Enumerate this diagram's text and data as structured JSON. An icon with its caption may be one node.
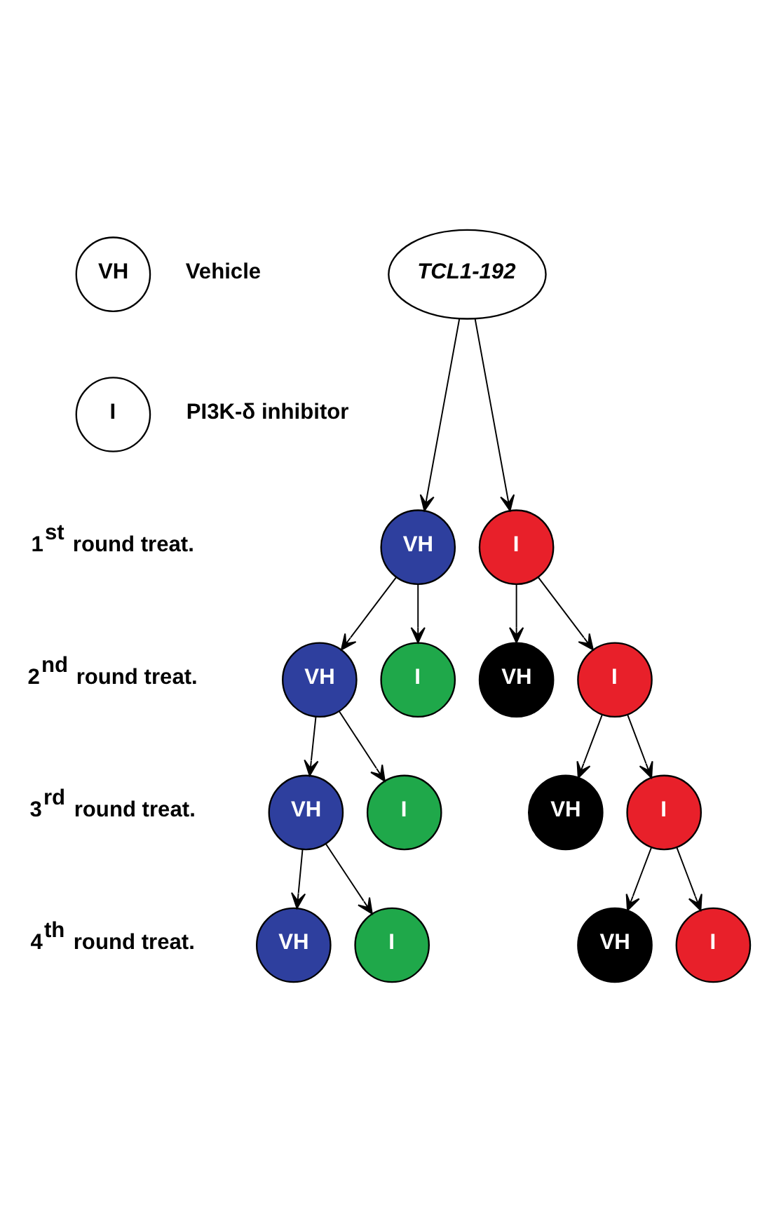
{
  "diagram": {
    "nodes": [
      {
        "text": [
          "VH"
        ],
        "beside": [
          "Vehicle"
        ]
      },
      {
        "text": [
          "I"
        ],
        "beside": [
          "PI3K-δ inhibitor"
        ]
      },
      {
        "text": [
          "TCL1-192"
        ]
      },
      {
        "text": [
          "VH"
        ]
      },
      {
        "text": [
          "I"
        ]
      },
      {
        "text": [
          "VH"
        ]
      },
      {
        "text": [
          "I"
        ]
      },
      {
        "text": [
          "VH"
        ]
      },
      {
        "text": [
          "I"
        ]
      },
      {
        "text": [
          "VH"
        ]
      },
      {
        "text": [
          "I"
        ]
      },
      {
        "text": [
          "VH"
        ]
      },
      {
        "text": [
          "I"
        ]
      },
      {
        "text": [
          "VH"
        ]
      },
      {
        "text": [
          "I"
        ]
      },
      {
        "text": [
          "VH"
        ]
      },
      {
        "text": [
          "I"
        ]
      }
    ],
    "edges": [
      {
        "from": 2,
        "to": 3,
        "arrow": "to"
      },
      {
        "from": 2,
        "to": 4,
        "arrow": "to"
      },
      {
        "from": 3,
        "to": 5,
        "arrow": "to"
      },
      {
        "from": 3,
        "to": 6,
        "arrow": "to"
      },
      {
        "from": 4,
        "to": 7,
        "arrow": "to"
      },
      {
        "from": 4,
        "to": 8,
        "arrow": "to"
      },
      {
        "from": 5,
        "to": 9,
        "arrow": "to"
      },
      {
        "from": 5,
        "to": 10,
        "arrow": "to"
      },
      {
        "from": 8,
        "to": 11,
        "arrow": "to"
      },
      {
        "from": 8,
        "to": 12,
        "arrow": "to"
      },
      {
        "from": 9,
        "to": 13,
        "arrow": "to"
      },
      {
        "from": 9,
        "to": 14,
        "arrow": "to"
      },
      {
        "from": 12,
        "to": 15,
        "arrow": "to"
      },
      {
        "from": 12,
        "to": 16,
        "arrow": "to"
      }
    ],
    "labels": [
      "1$^{st}$ round treat.",
      "2$^{nd}$ round treat.",
      "3$^{rd}$ round treat.",
      "4$^{th}$ round treat."
    ]
  }
}
